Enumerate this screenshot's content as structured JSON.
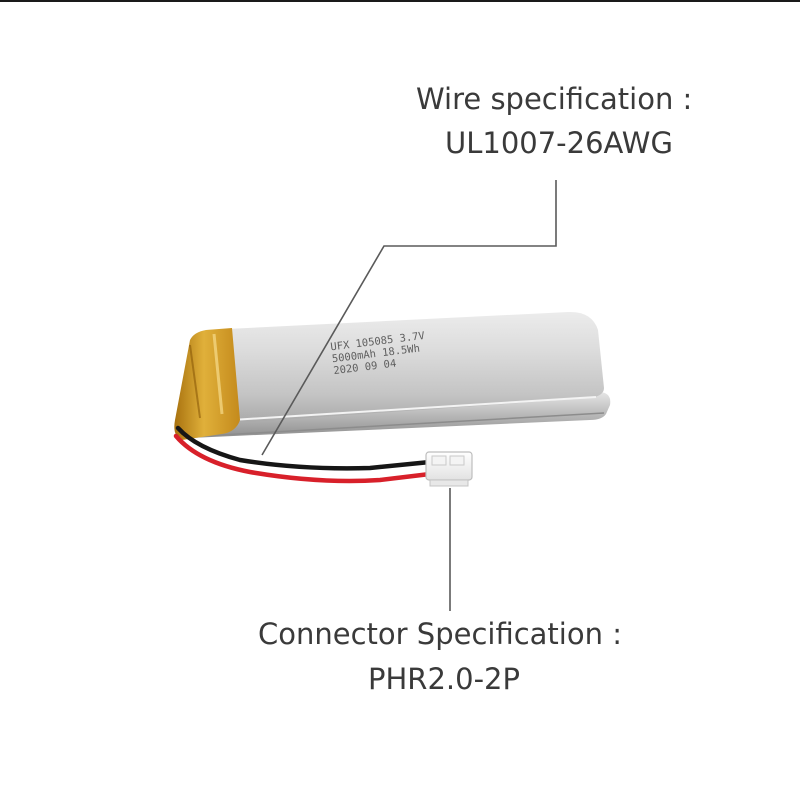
{
  "callouts": {
    "wire": {
      "title": "Wire specification :",
      "value": "UL1007-26AWG"
    },
    "connector": {
      "title": "Connector Specification :",
      "value": "PHR2.0-2P"
    }
  },
  "battery_print": {
    "line1": "UFX 105085 3.7V",
    "line2": "5000mAh 18.5Wh",
    "line3": "2020 09 04"
  },
  "colors": {
    "text": "#3a3a3a",
    "callout_line": "#5a5a5a",
    "wire_red": "#d8202a",
    "wire_black": "#161616",
    "kapton_tape": "#d9a52c",
    "battery_silver": "#c9c9c9"
  }
}
